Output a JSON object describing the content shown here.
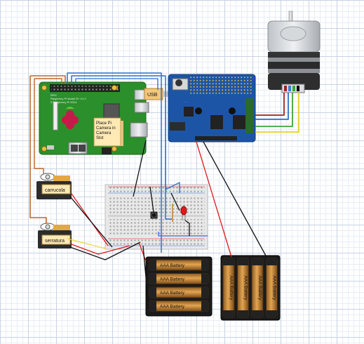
{
  "components": {
    "raspberry_pi": {
      "silk_lines": [
        "RPi2",
        "Raspberry Pi Model B+ V1.2",
        "© Raspberry Pi 2014"
      ],
      "note": [
        "Place Pi",
        "Camera in",
        "Camera",
        "Slot"
      ],
      "usb_label": "USB"
    },
    "servo_top": {
      "label": "carrucola"
    },
    "servo_bottom": {
      "label": "serratura"
    },
    "battery_pack_left": {
      "cell_label": "AAA Battery",
      "cells": 4
    },
    "battery_pack_right": {
      "cell_label": "AAA Battery",
      "cells": 4
    }
  },
  "colors": {
    "wire_red": "#e0191b",
    "wire_black": "#111111",
    "wire_blue": "#2f6fd0",
    "wire_brown": "#c0682a",
    "wire_green": "#3aa63a",
    "wire_yellow": "#e8d21d",
    "wire_darkred": "#a3211f",
    "pi_green": "#2b8f2b",
    "shield_blue": "#1c55a6"
  }
}
